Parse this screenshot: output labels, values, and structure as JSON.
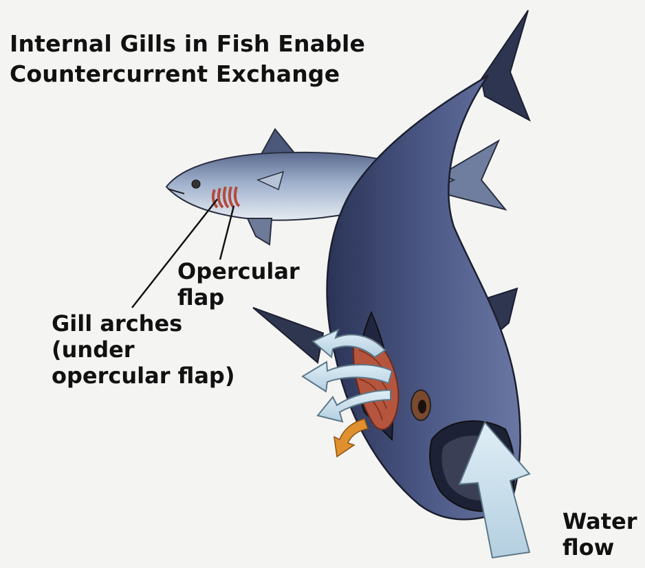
{
  "title": {
    "line1": "Internal Gills in Fish Enable",
    "line2": "Countercurrent Exchange"
  },
  "labels": {
    "opercular_flap": [
      "Opercular",
      "flap"
    ],
    "gill_arches": [
      "Gill arches",
      "(under",
      "opercular flap)"
    ],
    "water_flow": [
      "Water",
      "flow"
    ]
  },
  "colors": {
    "background": "#f4f4f2",
    "small_fish_body": "#8a9bb8",
    "large_fish_body": "#3e4a73",
    "gills": "#b5553d",
    "water_arrows": "#cfe3ee",
    "exit_arrow": "#e0902e"
  }
}
